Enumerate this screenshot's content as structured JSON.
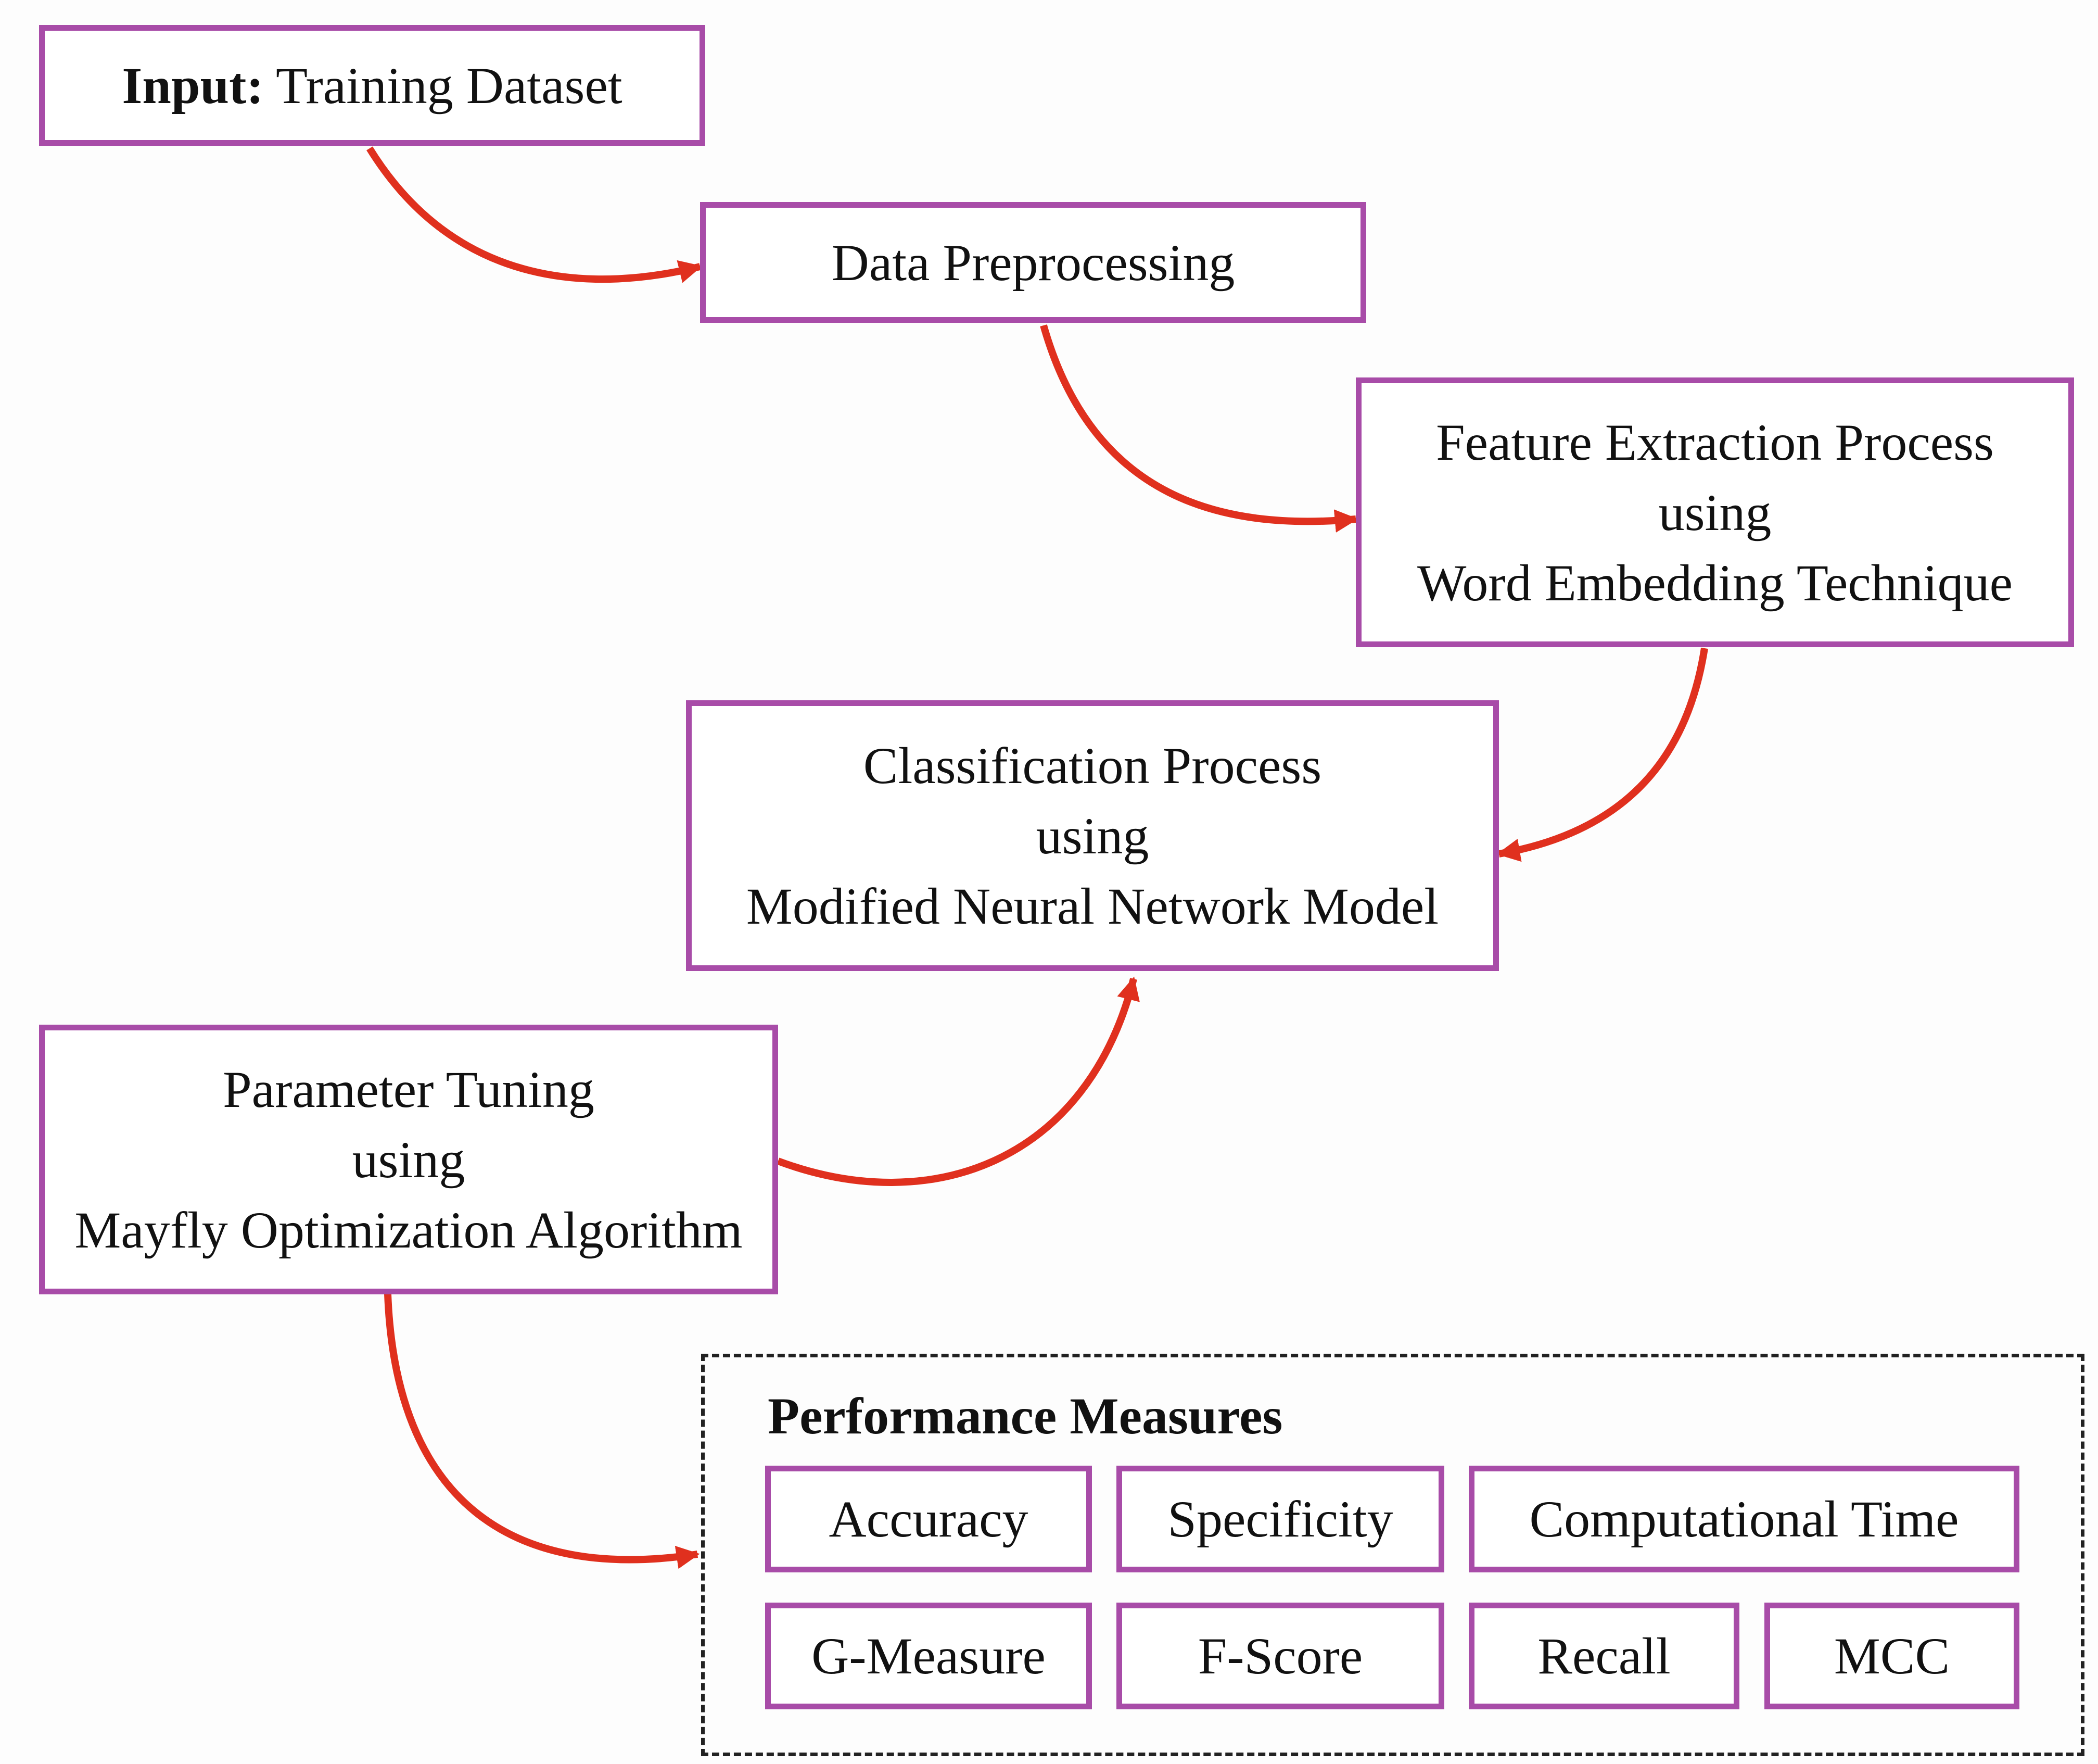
{
  "colors": {
    "box_border": "#a84ca8",
    "arrow": "#e0301e",
    "panel_border": "#222222",
    "text": "#111111"
  },
  "steps": {
    "input": {
      "label_bold": "Input:",
      "label": "Training Dataset"
    },
    "preprocessing": {
      "label": "Data Preprocessing"
    },
    "feature_extraction": {
      "line1": "Feature Extraction Process",
      "line2": "using",
      "line3": "Word Embedding Technique"
    },
    "classification": {
      "line1": "Classification Process",
      "line2": "using",
      "line3": "Modified Neural Network Model"
    },
    "tuning": {
      "line1": "Parameter Tuning",
      "line2": "using",
      "line3": "Mayfly Optimization Algorithm"
    }
  },
  "performance": {
    "title": "Performance Measures",
    "metrics": [
      "Accuracy",
      "Specificity",
      "Computational Time",
      "G-Measure",
      "F-Score",
      "Recall",
      "MCC"
    ]
  },
  "arrows": [
    {
      "from": "input",
      "to": "preprocessing"
    },
    {
      "from": "preprocessing",
      "to": "feature_extraction"
    },
    {
      "from": "feature_extraction",
      "to": "classification"
    },
    {
      "from": "tuning",
      "to": "classification"
    },
    {
      "from": "tuning",
      "to": "performance"
    }
  ]
}
